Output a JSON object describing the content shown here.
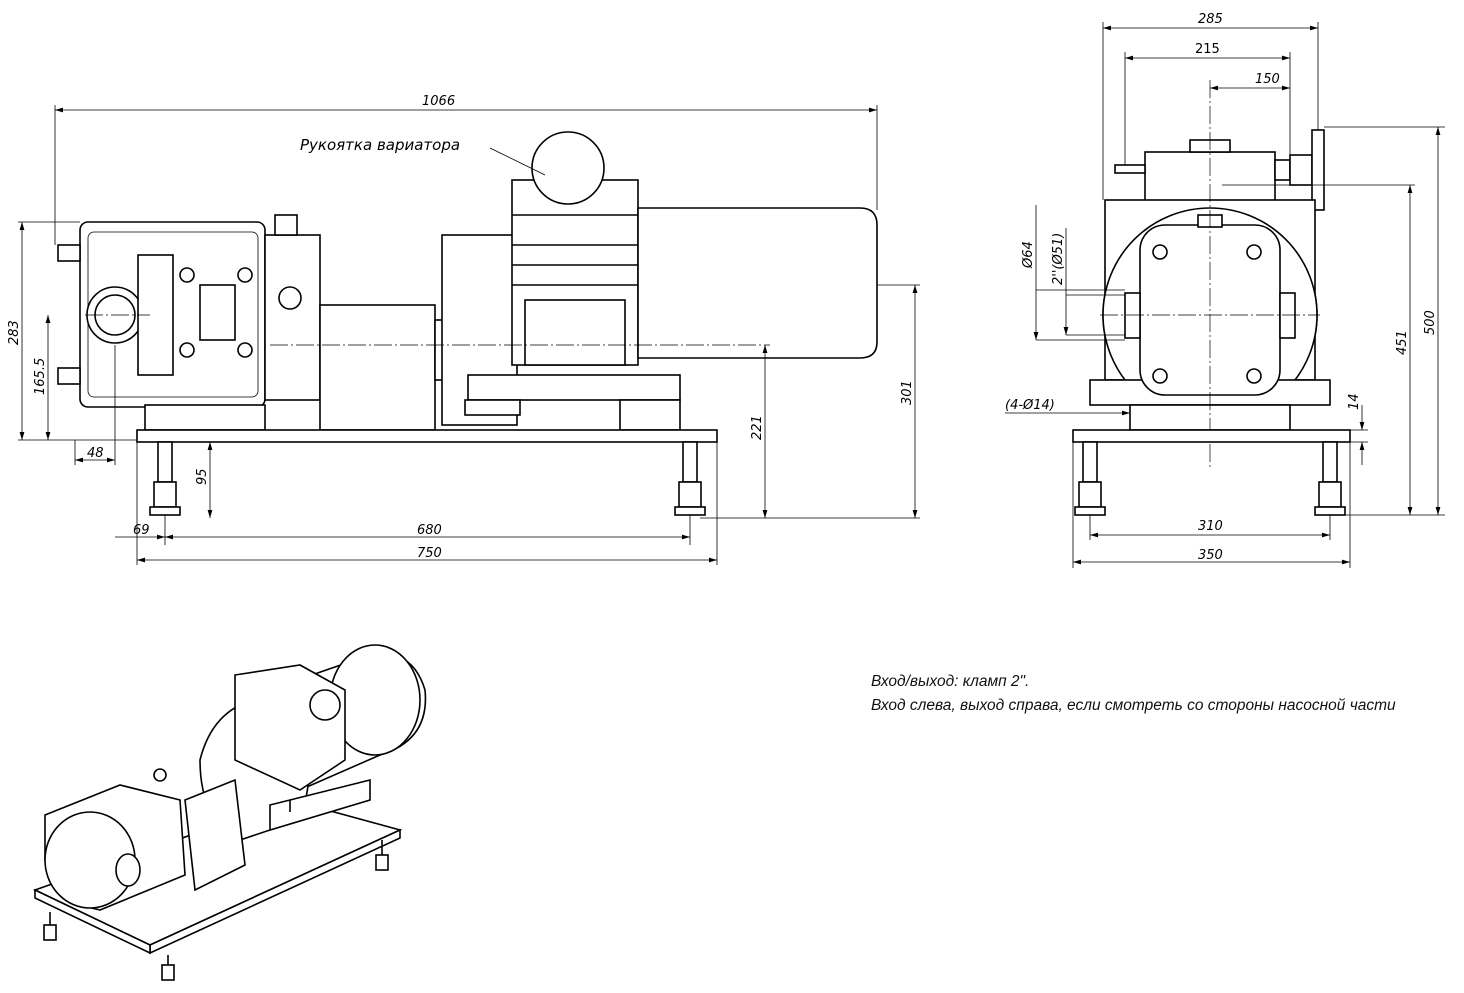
{
  "front_view": {
    "callout_label": "Рукоятка вариатора",
    "dimensions": {
      "overall_length": "1066",
      "height_pump": "283",
      "port_height": "165.5",
      "port_offset": "48",
      "foot_height": "95",
      "shaft_height": "221",
      "motor_axis_height": "301",
      "foot_offset": "69",
      "foot_spacing": "680",
      "base_length": "750"
    }
  },
  "side_view": {
    "dimensions": {
      "width_overall": "285",
      "width_body": "215",
      "handle_offset": "150",
      "height_overall": "500",
      "height_body": "451",
      "plate_thickness": "14",
      "port_outer": "Ø64",
      "port_inner": "2''(Ø51)",
      "mount_holes": "(4-Ø14)",
      "foot_spacing": "310",
      "base_width": "350"
    }
  },
  "notes": {
    "line1": "Вход/выход: кламп 2\".",
    "line2": "Вход слева, выход справа, если смотреть со стороны насосной части"
  }
}
